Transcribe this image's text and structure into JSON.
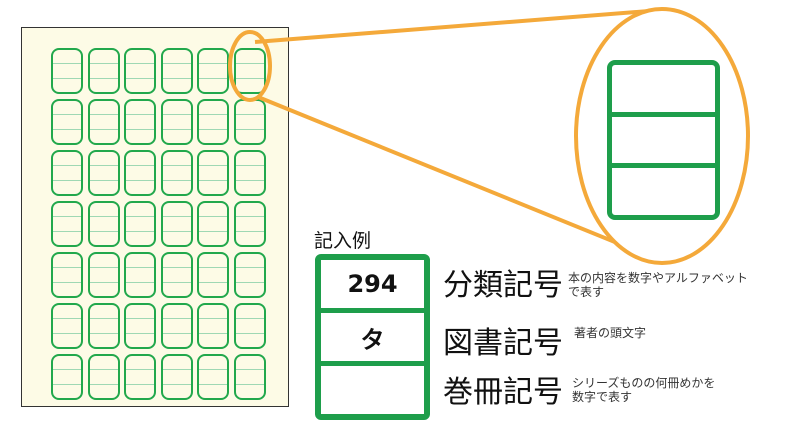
{
  "colors": {
    "label_green": "#1e9e4b",
    "zoom_orange": "#f4a93a",
    "sheet_background": "#fdfbe6"
  },
  "sheet": {
    "columns": 6,
    "rows": 7,
    "lines_per_label": 3
  },
  "example": {
    "heading": "記入例",
    "sections": [
      {
        "value": "294",
        "title": "分類記号",
        "description": "本の内容を数字やアルファベット\nで表す"
      },
      {
        "value": "タ",
        "title": "図書記号",
        "description": "著者の頭文字"
      },
      {
        "value": "",
        "title": "巻冊記号",
        "description": "シリーズものの何冊めかを\n数字で表す"
      }
    ]
  }
}
